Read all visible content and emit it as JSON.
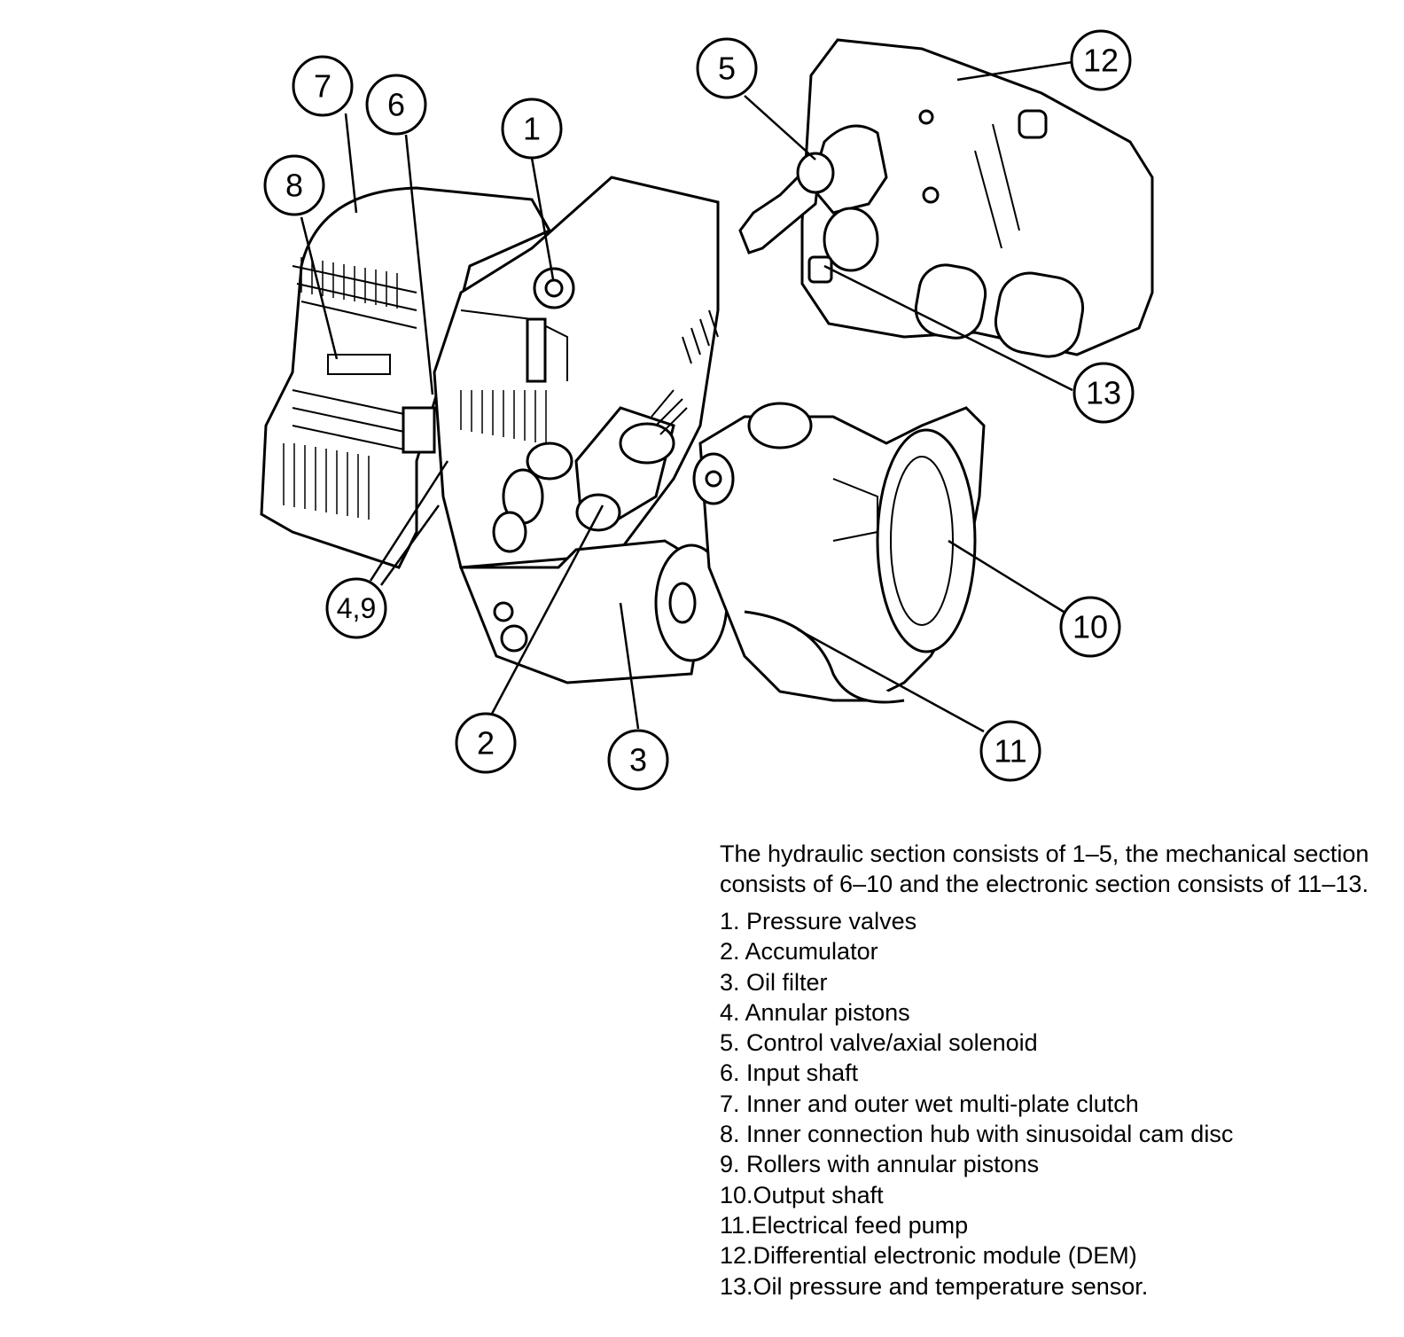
{
  "caption": {
    "text": "The hydraulic section consists of 1–5, the mechanical section consists of 6–10 and the electronic section consists of 11–13."
  },
  "callouts": [
    "1",
    "2",
    "3",
    "4,9",
    "5",
    "6",
    "7",
    "8",
    "10",
    "11",
    "12",
    "13"
  ],
  "parts": [
    "1. Pressure valves",
    "2. Accumulator",
    "3. Oil filter",
    "4. Annular pistons",
    "5. Control valve/axial solenoid",
    "6. Input shaft",
    "7. Inner and outer wet multi-plate clutch",
    "8. Inner connection hub with sinusoidal cam disc",
    "9. Rollers with annular pistons",
    "10.Output shaft",
    "11.Electrical feed pump",
    "12.Differential electronic module (DEM)",
    "13.Oil pressure and temperature sensor."
  ]
}
